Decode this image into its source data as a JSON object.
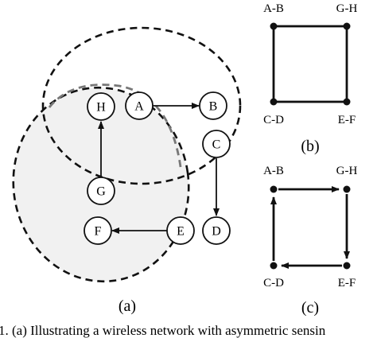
{
  "panels": {
    "a": {
      "label": "(a)",
      "nodes": [
        {
          "id": "H",
          "label": "H"
        },
        {
          "id": "A",
          "label": "A"
        },
        {
          "id": "B",
          "label": "B"
        },
        {
          "id": "C",
          "label": "C"
        },
        {
          "id": "G",
          "label": "G"
        },
        {
          "id": "F",
          "label": "F"
        },
        {
          "id": "E",
          "label": "E"
        },
        {
          "id": "D",
          "label": "D"
        }
      ],
      "edges": [
        {
          "from": "A",
          "to": "B"
        },
        {
          "from": "C",
          "to": "D"
        },
        {
          "from": "E",
          "to": "F"
        },
        {
          "from": "G",
          "to": "H"
        }
      ]
    },
    "b": {
      "label": "(b)",
      "corners": [
        "A-B",
        "G-H",
        "E-F",
        "C-D"
      ],
      "edges_directed": false
    },
    "c": {
      "label": "(c)",
      "corners": [
        "A-B",
        "G-H",
        "E-F",
        "C-D"
      ],
      "edges": [
        {
          "from": "A-B",
          "to": "G-H"
        },
        {
          "from": "G-H",
          "to": "E-F"
        },
        {
          "from": "E-F",
          "to": "C-D"
        },
        {
          "from": "C-D",
          "to": "A-B"
        }
      ]
    }
  },
  "caption": "1.  (a)  Illustrating  a  wireless  network  with  asymmetric  sensin"
}
